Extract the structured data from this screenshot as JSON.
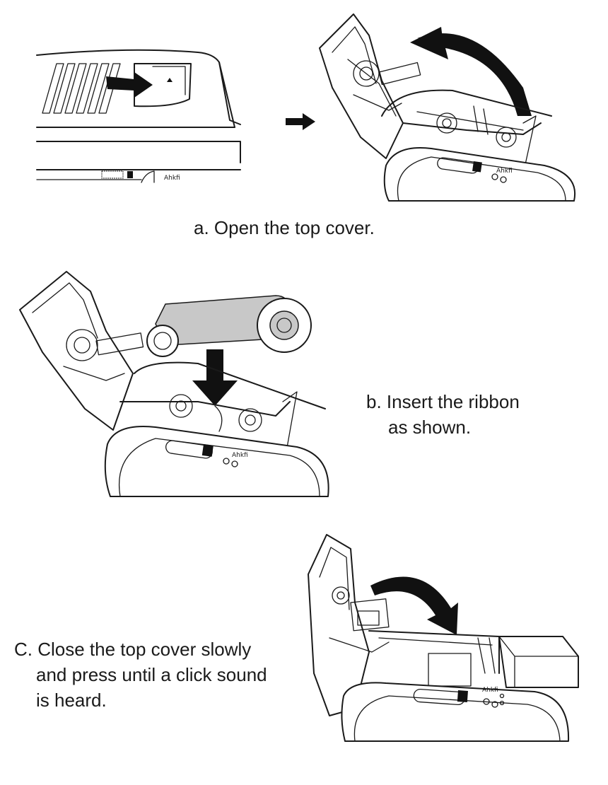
{
  "steps": [
    {
      "id": "a",
      "lines": [
        "a. Open the top cover."
      ]
    },
    {
      "id": "b",
      "lines": [
        "b. Insert the ribbon",
        "as shown."
      ]
    },
    {
      "id": "c",
      "lines": [
        "C. Close the top cover slowly",
        "and press until a click sound",
        "is heard."
      ]
    }
  ],
  "figure_labels": {
    "panel_text_1": "Ahkfi",
    "panel_text_2": "Ahkfi",
    "panel_text_3": "Ahkfi",
    "panel_text_4": "Ahkfi"
  },
  "colors": {
    "ink": "#1a1a1a",
    "ribbon": "#c8c8c8",
    "background": "#ffffff"
  }
}
